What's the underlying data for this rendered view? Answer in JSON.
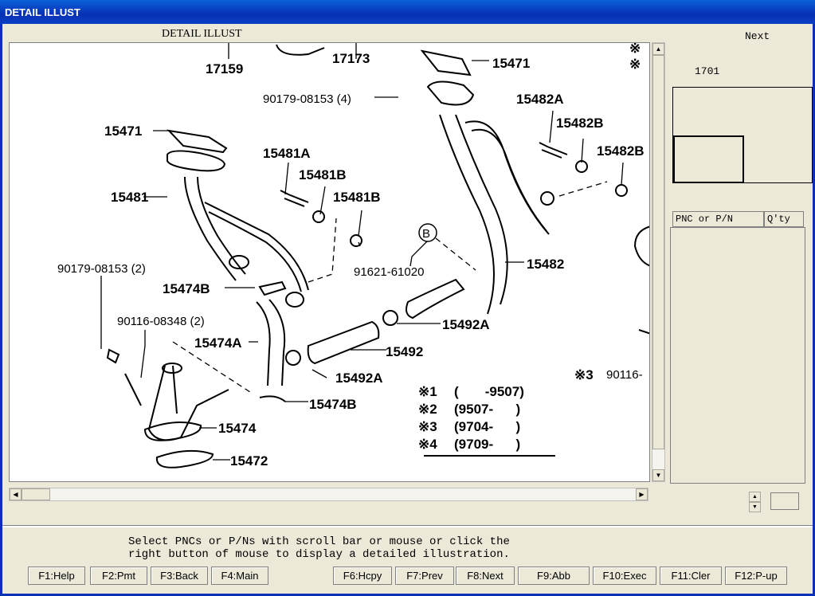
{
  "window": {
    "title": "DETAIL ILLUST"
  },
  "illustration": {
    "title": "DETAIL ILLUST",
    "parts": {
      "p17159": "17159",
      "p17173": "17173",
      "p15471_top": "15471",
      "p15471_left": "15471",
      "p90179_4": "90179-08153 (4)",
      "p15482A": "15482A",
      "p15482B_1": "15482B",
      "p15482B_2": "15482B",
      "p15481A": "15481A",
      "p15481B_1": "15481B",
      "p15481B_2": "15481B",
      "p15481": "15481",
      "p90179_2": "90179-08153 (2)",
      "p15474B_top": "15474B",
      "p91621": "91621-61020",
      "p15482": "15482",
      "circleB": "B",
      "p90116_2": "90116-08348 (2)",
      "p15492A_right": "15492A",
      "p15474A": "15474A",
      "p15492": "15492",
      "p15492A_left": "15492A",
      "p90116_r": "90116-",
      "p15474B_bottom": "15474B",
      "p15474": "15474",
      "p15472": "15472",
      "star3_label": "※3",
      "star_top1": "※",
      "star_top2": "※",
      "legend": [
        {
          "mark": "※1",
          "range": "(       -9507)"
        },
        {
          "mark": "※2",
          "range": "(9507-      )"
        },
        {
          "mark": "※3",
          "range": "(9704-      )"
        },
        {
          "mark": "※4",
          "range": "(9709-      )"
        }
      ]
    }
  },
  "side": {
    "next_label": "Next",
    "group_number": "1701"
  },
  "table": {
    "headers": [
      "PNC or P/N",
      "Q'ty"
    ]
  },
  "message": "Select PNCs or P/Ns with scroll bar or mouse or click the\nright button of mouse to display a detailed illustration.",
  "function_keys": [
    "F1:Help",
    "F2:Pmt",
    "F3:Back",
    "F4:Main",
    "F6:Hcpy",
    "F7:Prev",
    "F8:Next",
    "F9:Abb",
    "F10:Exec",
    "F11:Cler",
    "F12:P-up"
  ]
}
